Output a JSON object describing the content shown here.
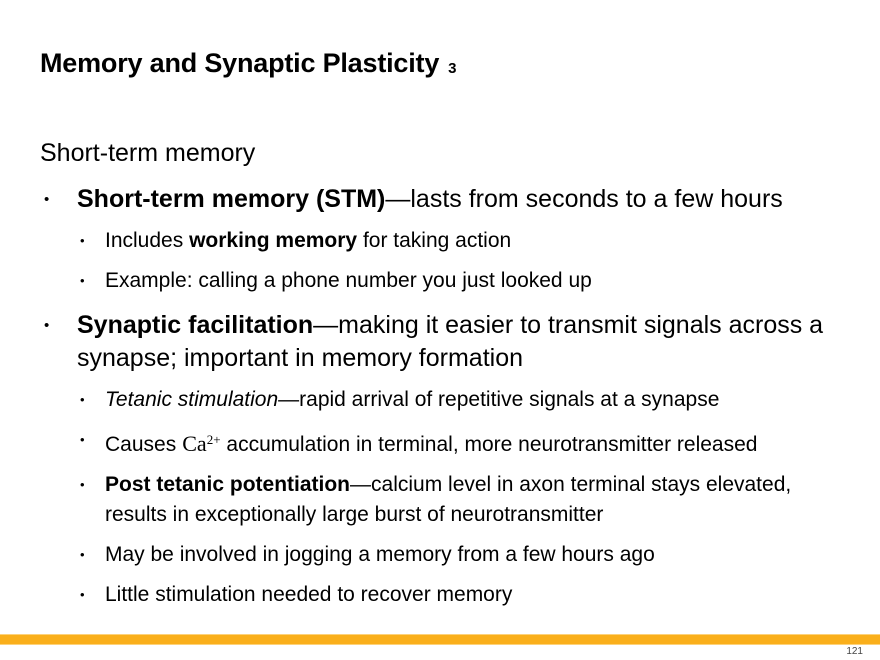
{
  "slide": {
    "title": {
      "text": "Memory and Synaptic Plasticity",
      "number": "3"
    },
    "subtitle": "Short-term memory",
    "bullet_glyph": "•",
    "bullets": [
      {
        "level": 1,
        "segments": [
          {
            "text": "Short-term memory (STM)",
            "bold": true
          },
          {
            "text": "—lasts from seconds to a few hours"
          }
        ]
      },
      {
        "level": 2,
        "segments": [
          {
            "text": "Includes "
          },
          {
            "text": "working memory",
            "bold": true
          },
          {
            "text": " for taking action"
          }
        ]
      },
      {
        "level": 2,
        "segments": [
          {
            "text": "Example: calling a phone number you just looked up"
          }
        ]
      },
      {
        "level": 1,
        "segments": [
          {
            "text": "Synaptic facilitation",
            "bold": true
          },
          {
            "text": "—making it easier to transmit signals across a synapse; important in memory formation"
          }
        ]
      },
      {
        "level": 2,
        "segments": [
          {
            "text": "Tetanic stimulation",
            "italic": true
          },
          {
            "text": "—rapid arrival of repetitive signals at a synapse"
          }
        ]
      },
      {
        "level": 2,
        "segments": [
          {
            "text": "Causes"
          },
          {
            "text": "Ca",
            "serif": true,
            "gap_before": true
          },
          {
            "text": "2+",
            "serif": true,
            "superscript": true
          },
          {
            "text": " accumulation in terminal, more neurotransmitter released"
          }
        ]
      },
      {
        "level": 2,
        "segments": [
          {
            "text": "Post tetanic potentiation",
            "bold": true
          },
          {
            "text": "—calcium level in axon terminal stays elevated, results in exceptionally large burst of neurotransmitter"
          }
        ]
      },
      {
        "level": 2,
        "segments": [
          {
            "text": "May be involved in jogging a memory from a few hours ago"
          }
        ]
      },
      {
        "level": 2,
        "segments": [
          {
            "text": "Little stimulation needed to recover memory"
          }
        ]
      }
    ],
    "footer": {
      "accent_color": "#FAAF1B",
      "page_number": "121"
    }
  }
}
